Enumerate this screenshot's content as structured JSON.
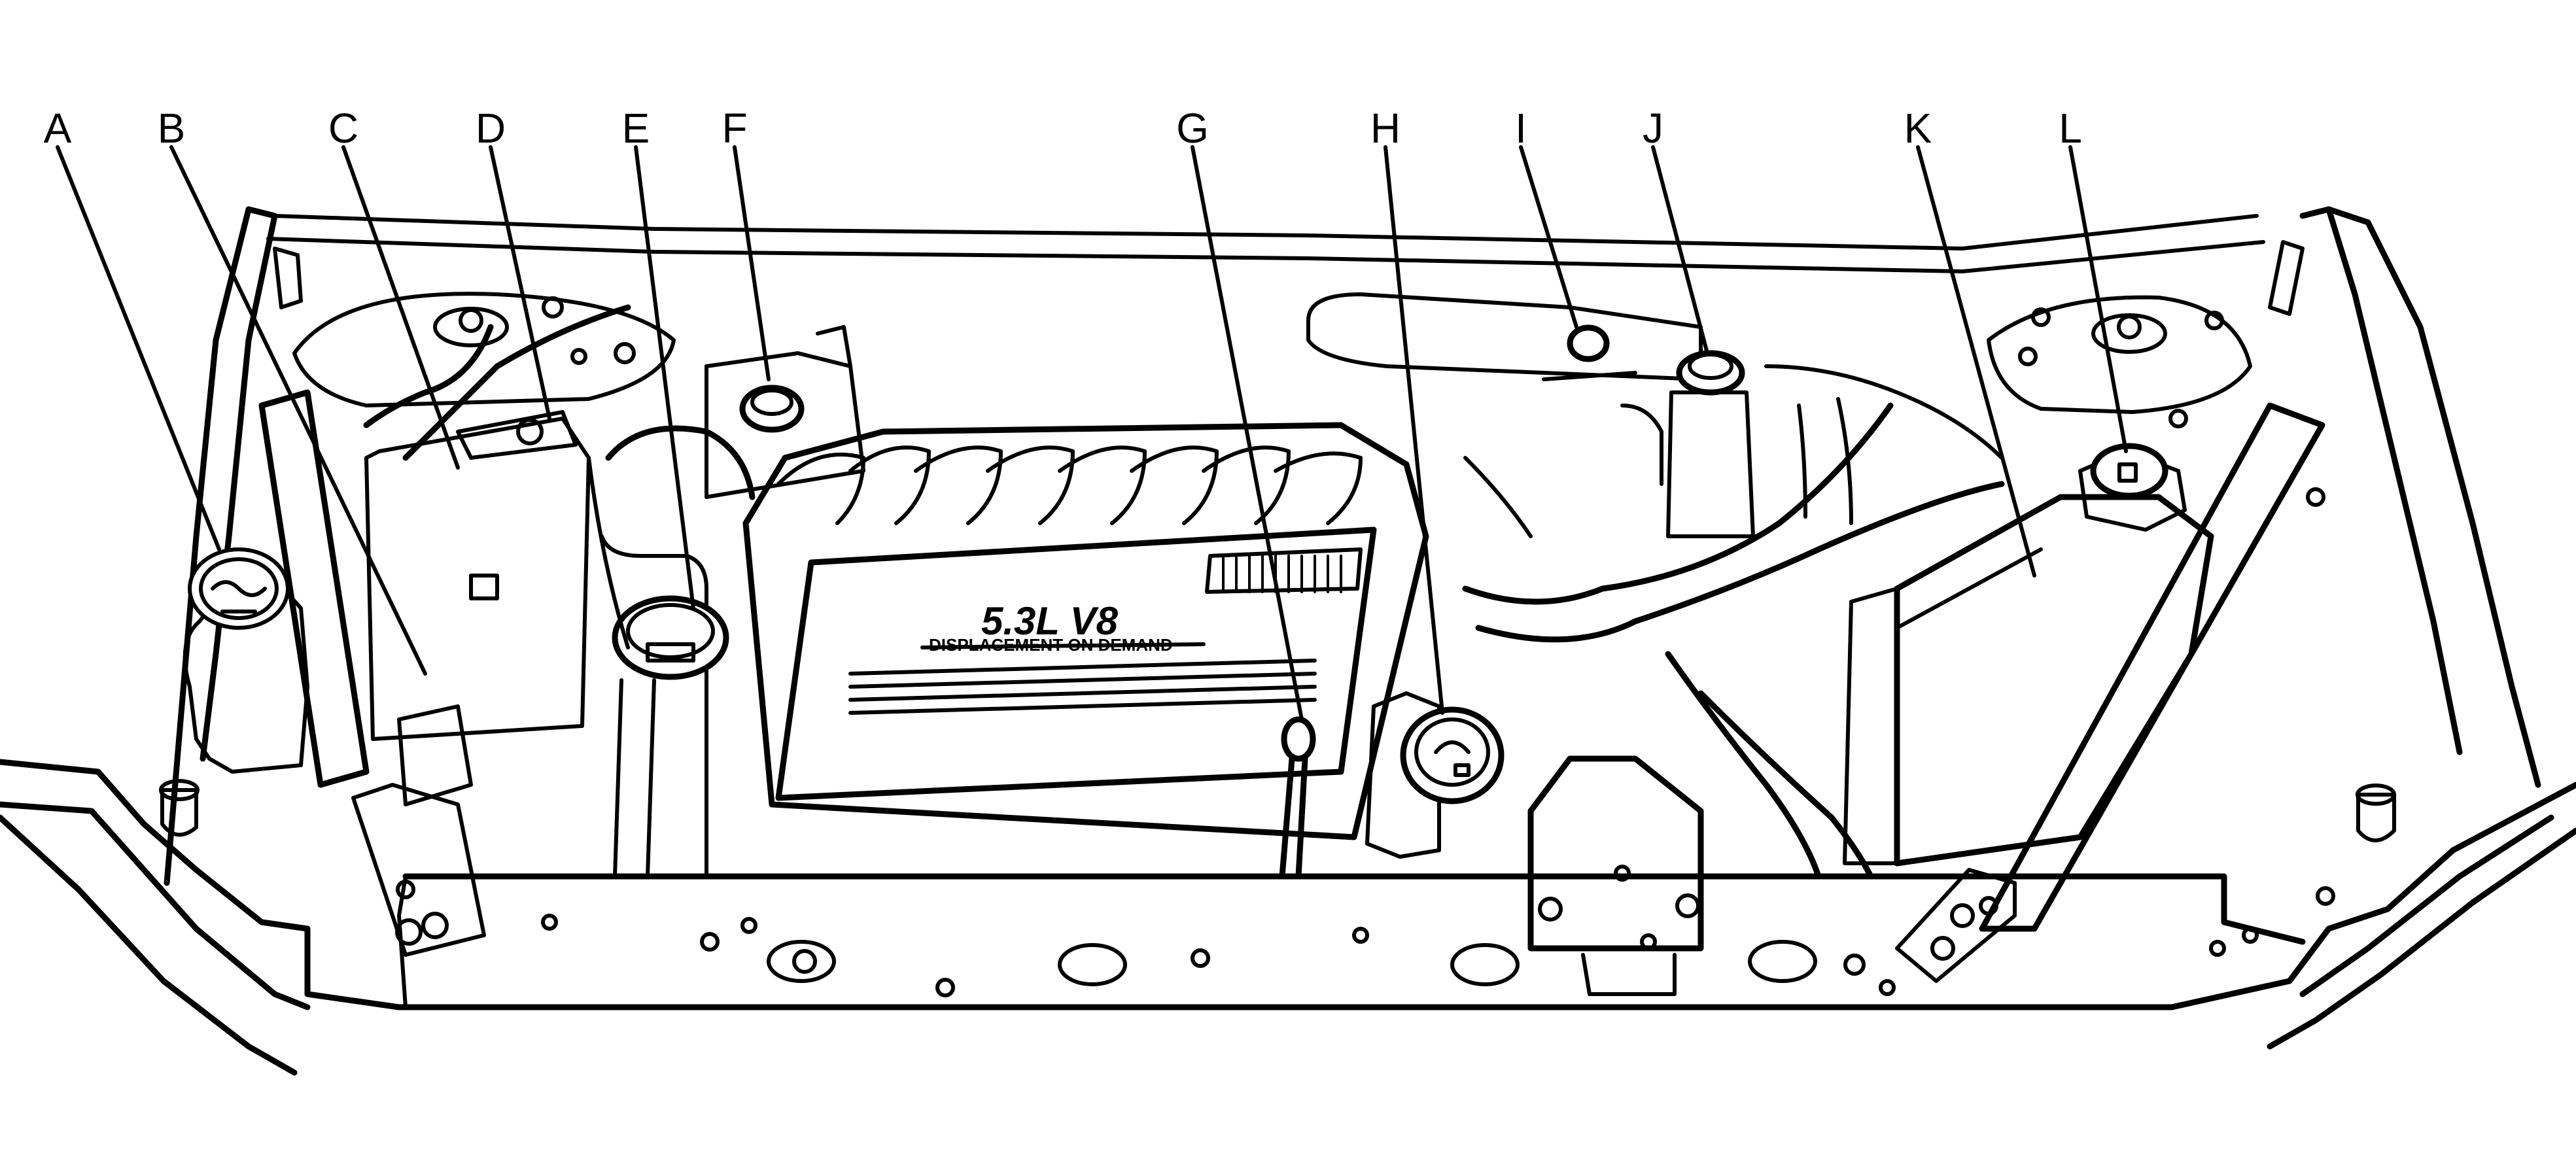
{
  "figure": {
    "callouts": [
      "A",
      "B",
      "C",
      "D",
      "E",
      "F",
      "G",
      "H",
      "I",
      "J",
      "K",
      "L"
    ],
    "engine_badge": {
      "line1": "5.3L  V8",
      "line2": "DISPLACEMENT ON DEMAND"
    }
  }
}
